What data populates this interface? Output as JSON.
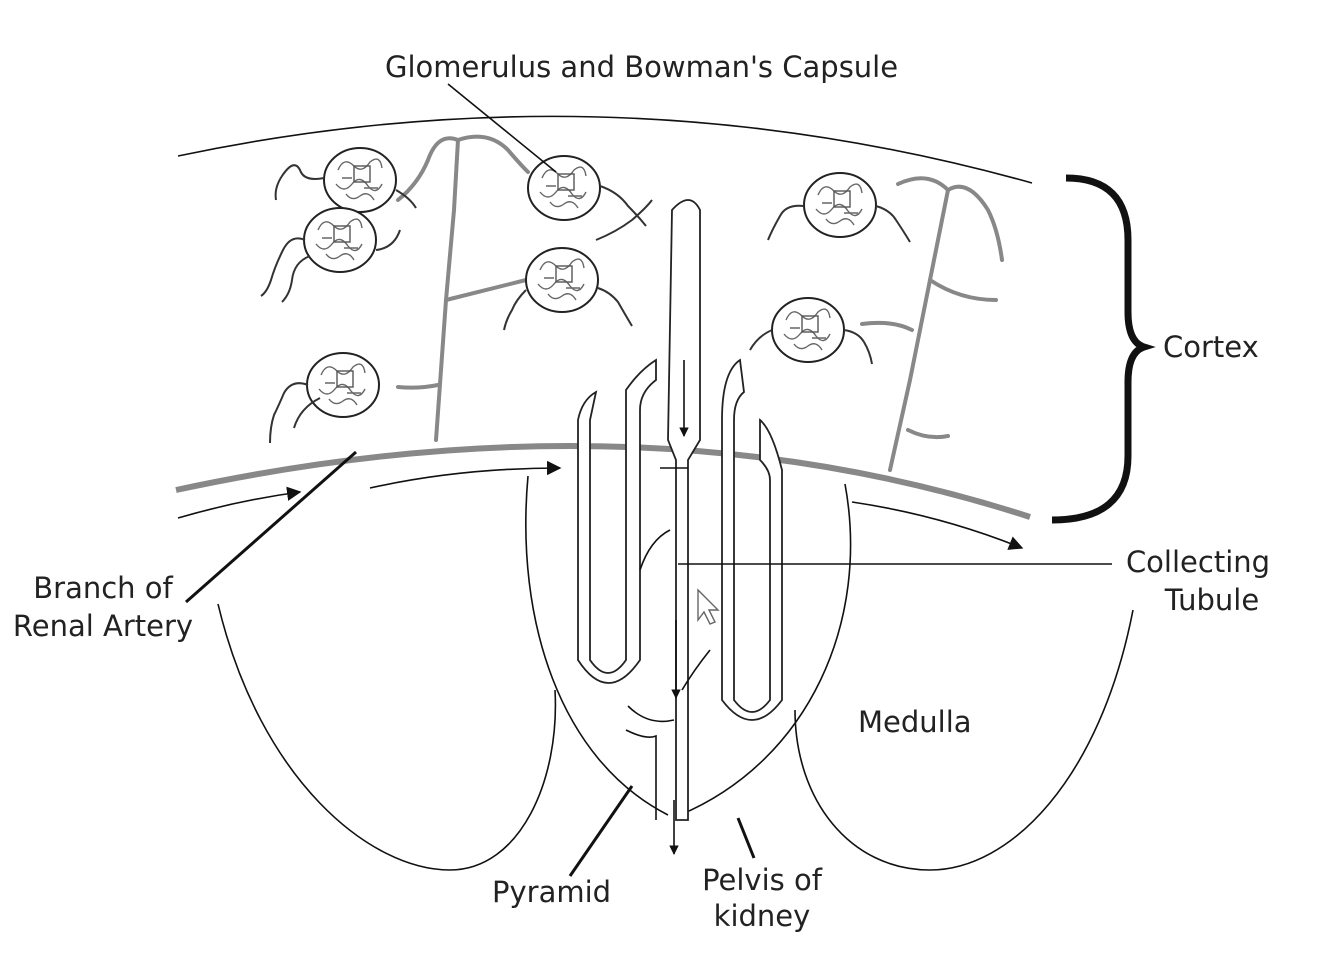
{
  "labels": {
    "glomerulus": "Glomerulus and Bowman's Capsule",
    "cortex": "Cortex",
    "branch_line1": "Branch of",
    "branch_line2": "Renal Artery",
    "collecting_line1": "Collecting",
    "collecting_line2": "Tubule",
    "medulla": "Medulla",
    "pyramid": "Pyramid",
    "pelvis_line1": "Pelvis of",
    "pelvis_line2": "kidney"
  },
  "colors": {
    "line": "#111111",
    "vessel": "#888888",
    "background": "#ffffff"
  }
}
